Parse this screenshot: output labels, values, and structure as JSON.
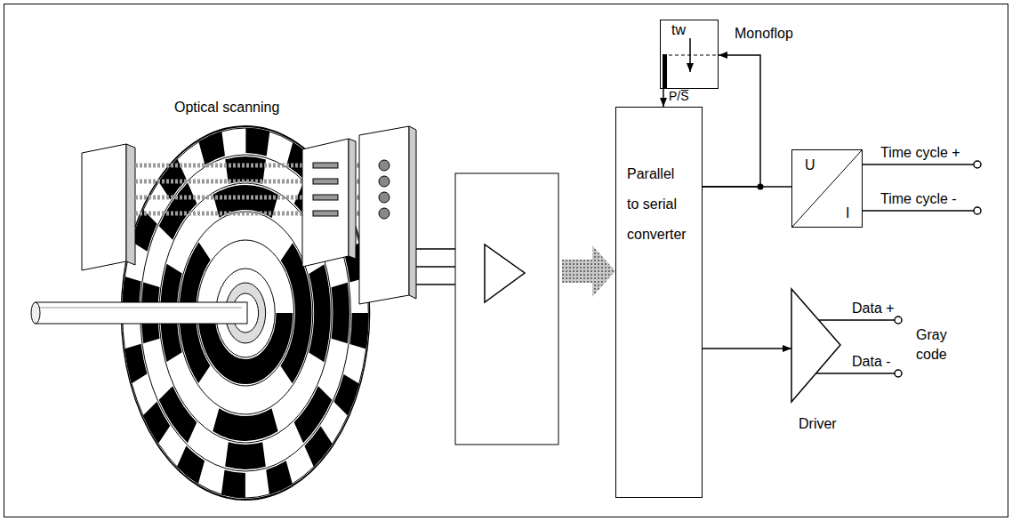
{
  "diagram": {
    "nodes": [
      {
        "text": [
          "tw",
          "Monoflop"
        ]
      },
      {
        "text": [
          "Parallel to serial converter"
        ]
      },
      {
        "text": [
          "U",
          "I"
        ]
      },
      {
        "text": [
          "Driver"
        ]
      }
    ],
    "edges": [
      {
        "from": 0,
        "to": 1,
        "arrow": "to"
      },
      {
        "from": 1,
        "to": 2,
        "arrow": "none"
      },
      {
        "from": 1,
        "to": 0,
        "arrow": "to"
      },
      {
        "from": 1,
        "to": 3,
        "arrow": "to"
      }
    ],
    "labels": [
      "Optical scanning",
      "P/S̅",
      "Time cycle +",
      "Time cycle -",
      "Data +",
      "Data -",
      "Gray code"
    ]
  }
}
